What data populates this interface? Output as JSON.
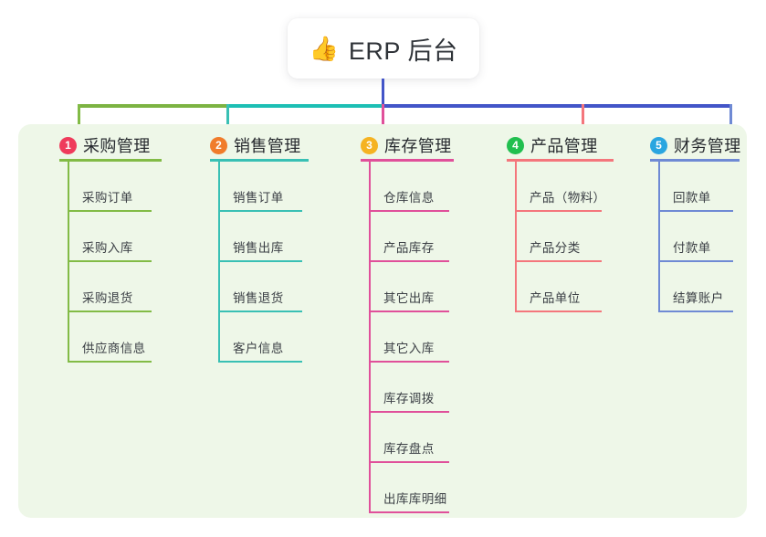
{
  "root": {
    "icon": "thumbs-up-icon",
    "emoji": "👍",
    "title": "ERP 后台"
  },
  "colors": {
    "panel_bg": "#eef7e8",
    "bus_left": "#7cb342",
    "bus_mid": "#1cbfb4",
    "bus_right": "#4355c8",
    "text": "#3b3f45"
  },
  "branches": [
    {
      "index": "1",
      "title": "采购管理",
      "badge_color": "#ef3b5b",
      "line_color": "#82bb46",
      "items": [
        "采购订单",
        "采购入库",
        "采购退货",
        "供应商信息"
      ]
    },
    {
      "index": "2",
      "title": "销售管理",
      "badge_color": "#f07c2b",
      "line_color": "#39c0b4",
      "items": [
        "销售订单",
        "销售出库",
        "销售退货",
        "客户信息"
      ]
    },
    {
      "index": "3",
      "title": "库存管理",
      "badge_color": "#f5b322",
      "line_color": "#e0509a",
      "items": [
        "仓库信息",
        "产品库存",
        "其它出库",
        "其它入库",
        "库存调拨",
        "库存盘点",
        "出库库明细"
      ]
    },
    {
      "index": "4",
      "title": "产品管理",
      "badge_color": "#21bf4f",
      "line_color": "#f4767c",
      "items": [
        "产品（物料）",
        "产品分类",
        "产品单位"
      ]
    },
    {
      "index": "5",
      "title": "财务管理",
      "badge_color": "#2aa6e0",
      "line_color": "#6f8ad4",
      "items": [
        "回款单",
        "付款单",
        "结算账户"
      ]
    }
  ]
}
